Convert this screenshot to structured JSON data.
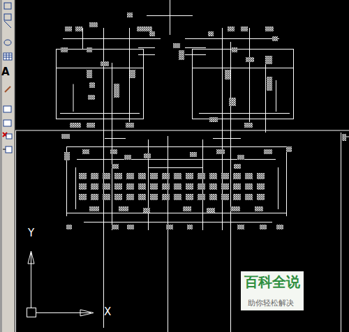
{
  "diagram": {
    "labels": [
      "A",
      "Y",
      "X",
      "百科全说",
      "助你轻松解决"
    ]
  }
}
